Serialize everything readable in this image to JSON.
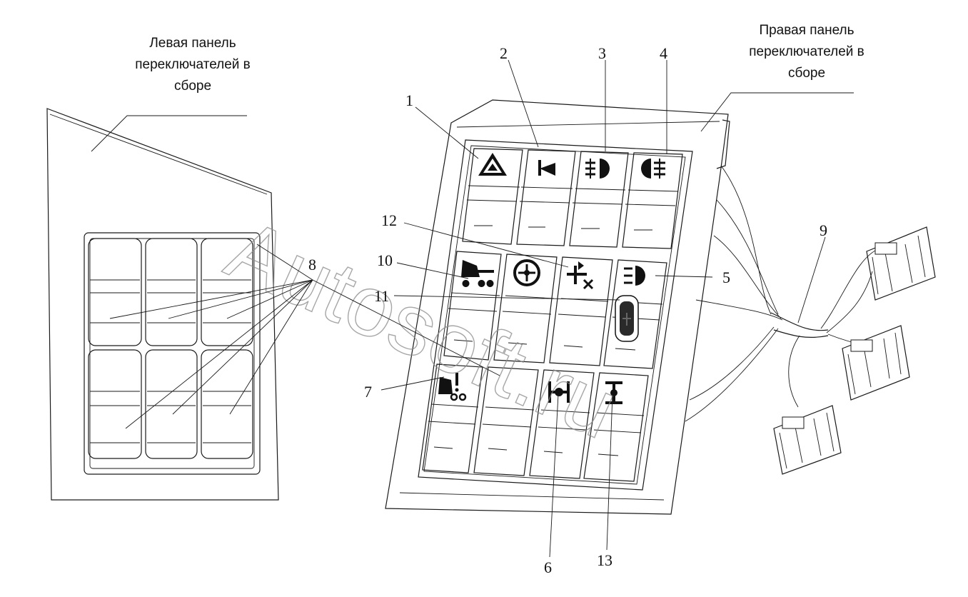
{
  "captions": {
    "left_panel": [
      "Левая панель",
      "переключателей в",
      "сборе"
    ],
    "right_panel": [
      "Правая панель",
      "переключателей в",
      "сборе"
    ]
  },
  "callouts": [
    "1",
    "2",
    "3",
    "4",
    "5",
    "6",
    "7",
    "8",
    "9",
    "10",
    "11",
    "12",
    "13"
  ],
  "watermark": "Autosoft.ru",
  "icons": {
    "row1": [
      "hazard-warning-icon",
      "horn-icon",
      "front-fog-light-icon",
      "rear-fog-light-icon"
    ],
    "row2": [
      "tipper-body-icon",
      "central-differential-lock-icon",
      "interwheel-differential-lock-icon",
      "work-light-icon"
    ],
    "row3": [
      "tipper-alarm-icon",
      "blank-switch",
      "interaxle-lock-icon",
      "axle-lock-icon"
    ]
  }
}
